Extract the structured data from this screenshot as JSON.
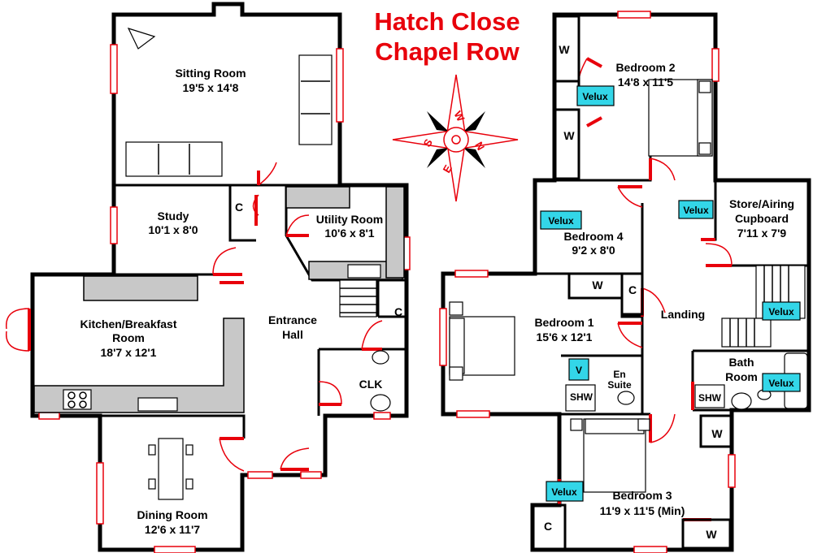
{
  "title": {
    "line1": "Hatch Close",
    "line2": "Chapel Row"
  },
  "compass": {
    "n": "N",
    "e": "E",
    "s": "S",
    "w": "W"
  },
  "ground_floor": {
    "sitting_room": {
      "name": "Sitting Room",
      "size": "19'5 x 14'8"
    },
    "study": {
      "name": "Study",
      "size": "10'1 x 8'0"
    },
    "utility_room": {
      "name": "Utility Room",
      "size": "10'6 x 8'1"
    },
    "kitchen": {
      "name_line1": "Kitchen/Breakfast",
      "name_line2": "Room",
      "size": "18'7 x 12'1"
    },
    "entrance_hall": {
      "line1": "Entrance",
      "line2": "Hall"
    },
    "clk": "CLK",
    "dining_room": {
      "name": "Dining Room",
      "size": "12'6 x 11'7"
    },
    "cupboard_study": "C",
    "cupboard_hall": "C"
  },
  "first_floor": {
    "bedroom2": {
      "name": "Bedroom 2",
      "size": "14'8 x 11'5"
    },
    "bedroom4": {
      "name": "Bedroom 4",
      "size": "9'2 x 8'0"
    },
    "store": {
      "line1": "Store/Airing",
      "line2": "Cupboard",
      "size": "7'11 x 7'9"
    },
    "bedroom1": {
      "name": "Bedroom 1",
      "size": "15'6 x 12'1"
    },
    "landing": "Landing",
    "en_suite": {
      "line1": "En",
      "line2": "Suite"
    },
    "bathroom": {
      "line1": "Bath",
      "line2": "Room"
    },
    "bedroom3": {
      "name": "Bedroom 3",
      "size": "11'9 x 11'5 (Min)"
    },
    "wardrobes": {
      "bed2_top": "W",
      "bed2_lower": "W",
      "bed1": "W",
      "landing": "W",
      "bed3": "W"
    },
    "cupboards": {
      "bed1": "C",
      "bed3": "C"
    },
    "velux": {
      "bed2": "Velux",
      "bed4": "Velux",
      "store": "Velux",
      "landing": "Velux",
      "bathroom": "Velux",
      "bed3": "Velux"
    },
    "en_suite_v": "V",
    "shower_en_suite": "SHW",
    "shower_bath": "SHW"
  }
}
